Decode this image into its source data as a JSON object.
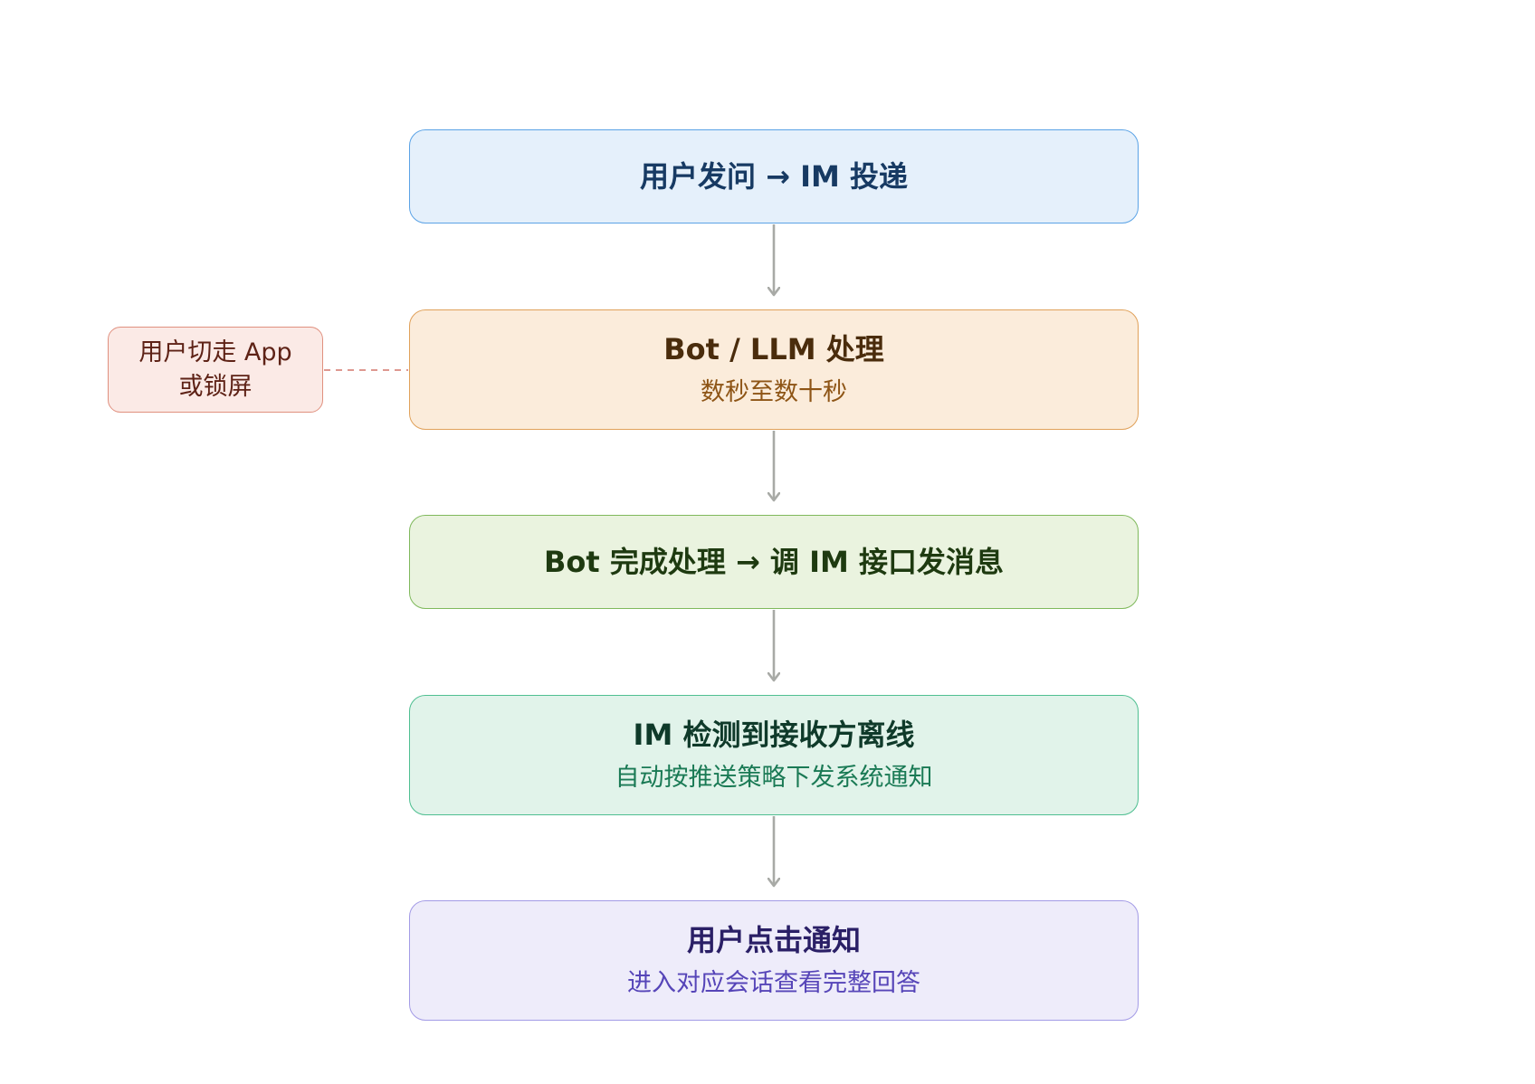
{
  "diagram": {
    "nodes": [
      {
        "id": "n1",
        "title": "用户发问 → IM 投递",
        "subtitle": ""
      },
      {
        "id": "n2",
        "title": "Bot / LLM 处理",
        "subtitle": "数秒至数十秒"
      },
      {
        "id": "n3",
        "title": "Bot 完成处理 → 调 IM 接口发消息",
        "subtitle": ""
      },
      {
        "id": "n4",
        "title": "IM 检测到接收方离线",
        "subtitle": "自动按推送策略下发系统通知"
      },
      {
        "id": "n5",
        "title": "用户点击通知",
        "subtitle": "进入对应会话查看完整回答"
      }
    ],
    "side_note": {
      "id": "note",
      "text": "用户切走 App 或锁屏",
      "attached_to": "n2",
      "connector": "dashed"
    },
    "edges": [
      {
        "from": "n1",
        "to": "n2"
      },
      {
        "from": "n2",
        "to": "n3"
      },
      {
        "from": "n3",
        "to": "n4"
      },
      {
        "from": "n4",
        "to": "n5"
      }
    ],
    "colors": {
      "arrow": "#a8aaa6",
      "dashed_connector": "#d98a80"
    }
  }
}
